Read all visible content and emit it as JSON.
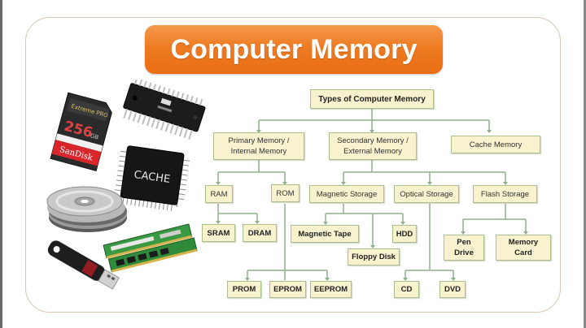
{
  "title": "Computer Memory",
  "diagram": {
    "root": "Types of Computer Memory",
    "level1": [
      {
        "label": "Primary Memory / Internal Memory",
        "line1": "Primary Memory /",
        "line2": "Internal Memory"
      },
      {
        "label": "Secondary Memory / External Memory",
        "line1": "Secondary Memory /",
        "line2": "External Memory"
      },
      {
        "label": "Cache Memory"
      }
    ],
    "primary": {
      "ram": {
        "label": "RAM",
        "children": [
          "SRAM",
          "DRAM"
        ]
      },
      "rom": {
        "label": "ROM",
        "children": [
          "PROM",
          "EPROM",
          "EEPROM"
        ]
      }
    },
    "secondary": {
      "magnetic": {
        "label": "Magnetic Storage",
        "children": [
          "Magnetic Tape",
          "Floppy Disk",
          "HDD"
        ]
      },
      "optical": {
        "label": "Optical Storage",
        "children": [
          "CD",
          "DVD"
        ]
      },
      "flash": {
        "label": "Flash Storage",
        "children": [
          {
            "label": "Pen Drive",
            "line1": "Pen",
            "line2": "Drive"
          },
          {
            "label": "Memory Card",
            "line1": "Memory",
            "line2": "Card"
          }
        ]
      }
    }
  },
  "images": {
    "sd_card": {
      "brand_top": "Extreme PRO",
      "capacity": "256",
      "unit": "GB",
      "brand": "SanDisk"
    },
    "cache_chip": {
      "label": "CACHE"
    },
    "rom_chip": {
      "label": "ROM chip"
    },
    "cd_stack": {
      "label": "CD/DVD discs"
    },
    "usb_drive": {
      "label": "USB flash drive"
    },
    "ram_sticks": {
      "label": "RAM modules"
    }
  },
  "colors": {
    "title_orange": "#ee7b22",
    "node_fill": "#f8f2cf",
    "node_border": "#a8c08c",
    "connector": "#8fb08a",
    "frame_border": "#d8c9b3"
  }
}
